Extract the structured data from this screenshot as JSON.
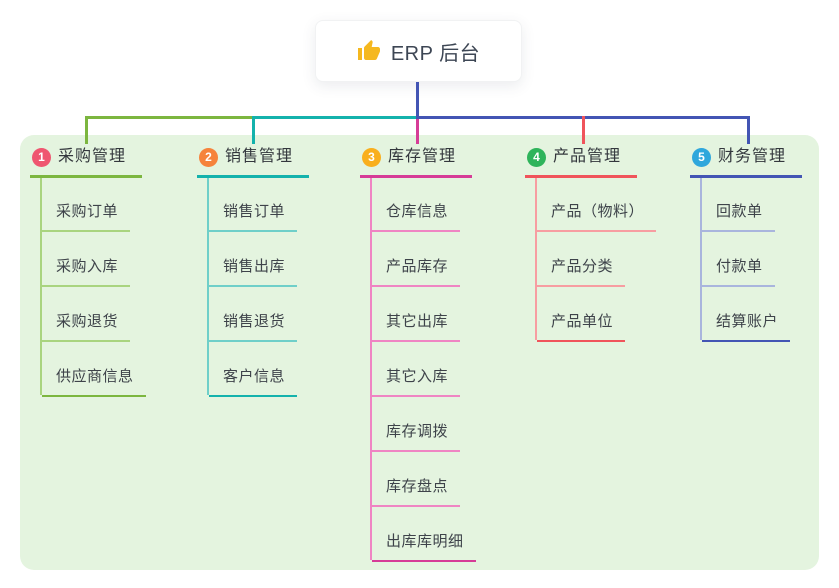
{
  "page": {
    "background": "#ffffff",
    "panel_color": "#e4f4df"
  },
  "root": {
    "label": "ERP 后台",
    "icon": "thumbs-up",
    "icon_color": "#f5b81f",
    "connector_color": "#4355b4"
  },
  "branches": [
    {
      "num": "1",
      "label": "采购管理",
      "badge_color": "#ef5670",
      "line_color": "#7cb63f",
      "line_light": "#a9d47f",
      "children": [
        "采购订单",
        "采购入库",
        "采购退货",
        "供应商信息"
      ]
    },
    {
      "num": "2",
      "label": "销售管理",
      "badge_color": "#f6833b",
      "line_color": "#14b2ac",
      "line_light": "#6fcfc9",
      "children": [
        "销售订单",
        "销售出库",
        "销售退货",
        "客户信息"
      ]
    },
    {
      "num": "3",
      "label": "库存管理",
      "badge_color": "#f9af1d",
      "line_color": "#d63c97",
      "line_light": "#ef85c3",
      "children": [
        "仓库信息",
        "产品库存",
        "其它出库",
        "其它入库",
        "库存调拨",
        "库存盘点",
        "出库库明细"
      ]
    },
    {
      "num": "4",
      "label": "产品管理",
      "badge_color": "#2fb45b",
      "line_color": "#f0545b",
      "line_light": "#f79da1",
      "children": [
        "产品（物料）",
        "产品分类",
        "产品单位"
      ]
    },
    {
      "num": "5",
      "label": "财务管理",
      "badge_color": "#2fa7dc",
      "line_color": "#4355b4",
      "line_light": "#a9b5dd",
      "children": [
        "回款单",
        "付款单",
        "结算账户"
      ]
    }
  ]
}
